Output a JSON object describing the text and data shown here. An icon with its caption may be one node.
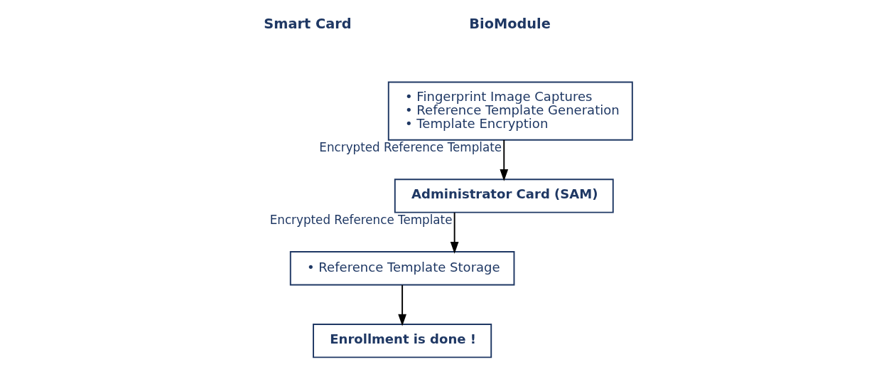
{
  "diagram": {
    "nodes": [
      {
        "text": [
          "• Fingerprint Image Captures",
          "• Reference Template Generation",
          "• Template Encryption"
        ]
      },
      {
        "text": [
          "Administrator Card (SAM)"
        ]
      },
      {
        "text": [
          "• Reference Template Storage"
        ]
      },
      {
        "text": [
          "Enrollment is done !"
        ]
      }
    ],
    "edges": [
      {
        "from": 0,
        "to": 1,
        "arrow": "to",
        "label": "Encrypted Reference Template"
      },
      {
        "from": 1,
        "to": 2,
        "arrow": "to",
        "label": "Encrypted Reference Template"
      },
      {
        "from": 2,
        "to": 3,
        "arrow": "to"
      }
    ],
    "labels": [
      "BioModule",
      "Smart Card"
    ]
  }
}
